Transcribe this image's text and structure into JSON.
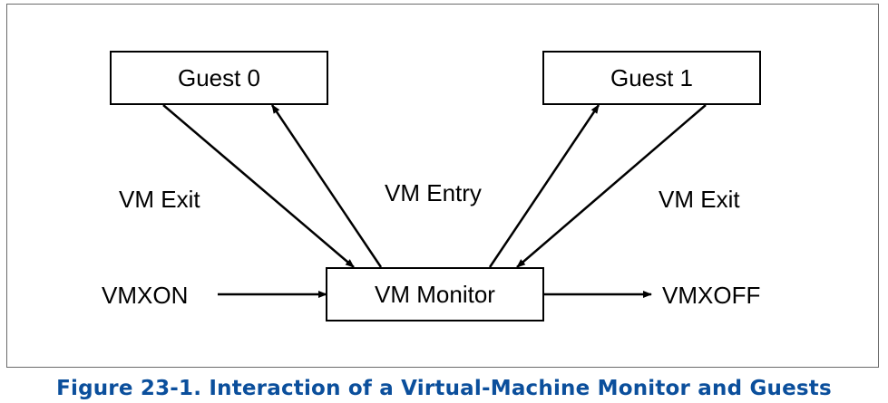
{
  "diagram": {
    "nodes": {
      "guest0": "Guest 0",
      "guest1": "Guest 1",
      "monitor": "VM Monitor"
    },
    "edge_labels": {
      "vm_exit_left": "VM Exit",
      "vm_entry": "VM Entry",
      "vm_exit_right": "VM Exit",
      "vmxon": "VMXON",
      "vmxoff": "VMXOFF"
    }
  },
  "caption": "Figure 23-1.  Interaction of a Virtual-Machine Monitor and Guests",
  "colors": {
    "caption": "#0b4f9c",
    "stroke": "#000000",
    "frame": "#6b6b6b"
  }
}
